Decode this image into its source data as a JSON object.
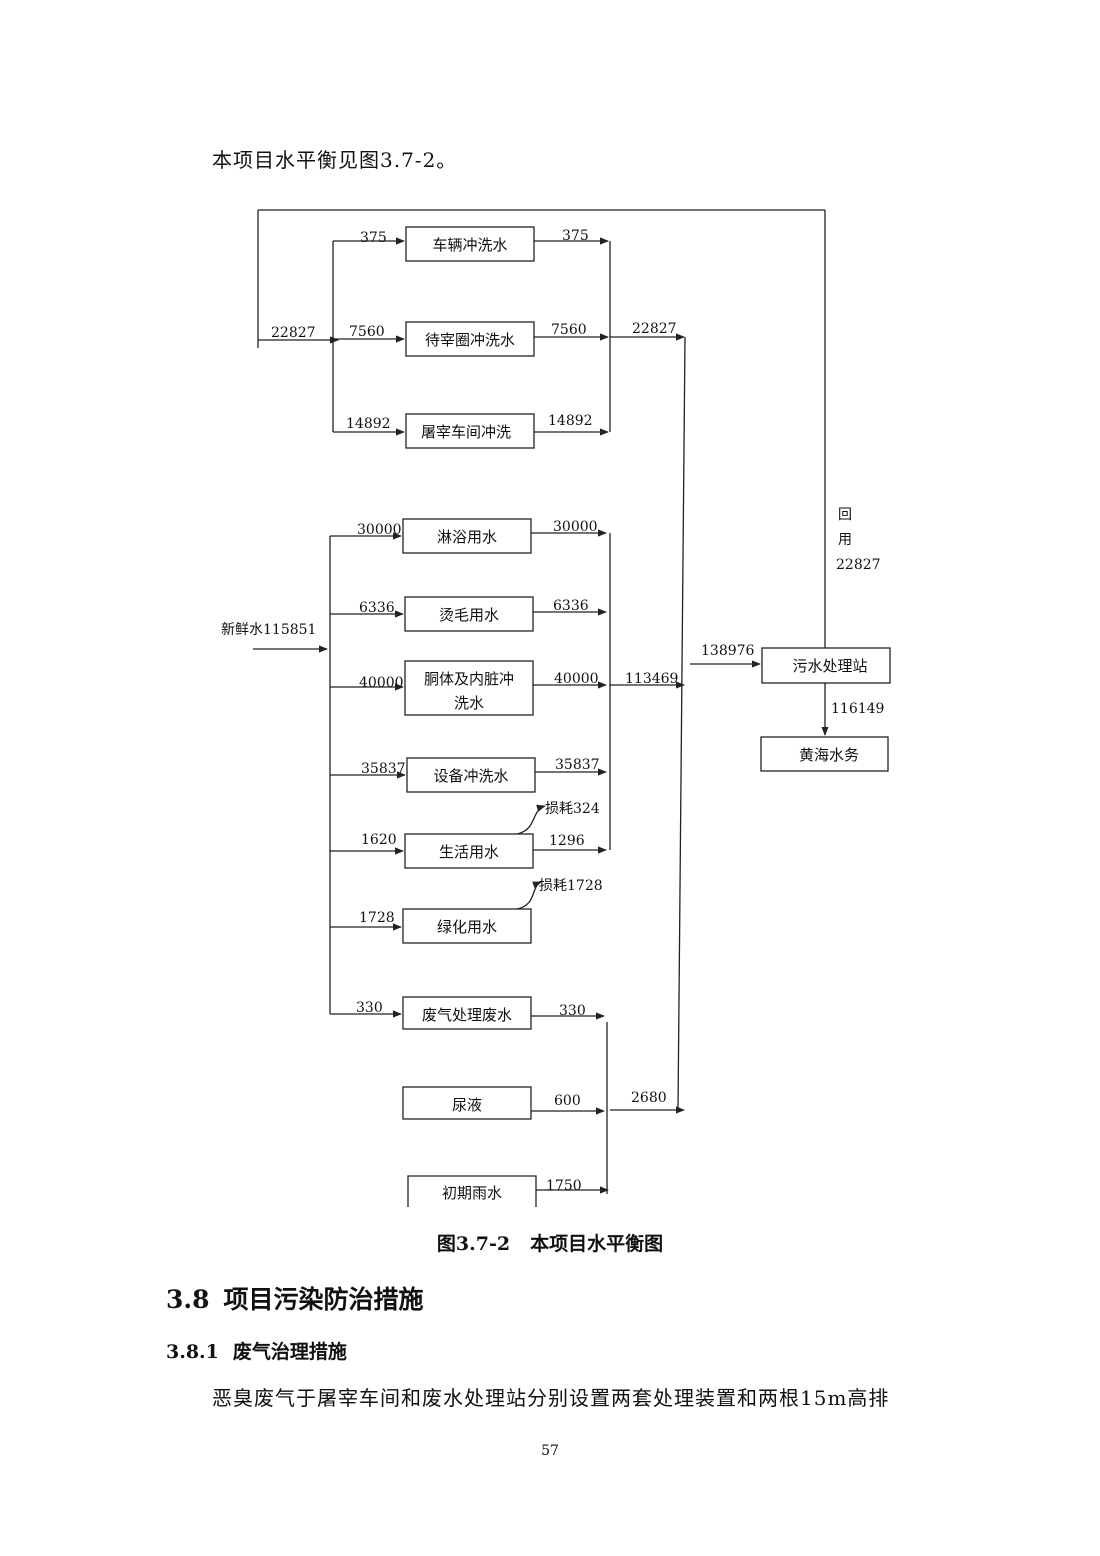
{
  "intro": "本项目水平衡见图3.7-2。",
  "diagram": {
    "boxes": {
      "vehicle": "车辆冲洗水",
      "pen": "待宰圈冲洗水",
      "slaughter": "屠宰车间冲洗",
      "shower": "淋浴用水",
      "scald": "烫毛用水",
      "carcass_line1": "胴体及内脏冲",
      "carcass_line2": "洗水",
      "equipment": "设备冲洗水",
      "domestic": "生活用水",
      "greening": "绿化用水",
      "exhaust": "废气处理废水",
      "urine": "尿液",
      "rain": "初期雨水",
      "sewage": "污水处理站",
      "huanghai": "黄海水务"
    },
    "labels": {
      "recycle_in": "22827",
      "vehicle_in": "375",
      "vehicle_out": "375",
      "pen_in": "7560",
      "pen_out": "7560",
      "slaughter_in": "14892",
      "slaughter_out": "14892",
      "recycle_sum": "22827",
      "fresh_water": "新鲜水115851",
      "shower_in": "30000",
      "shower_out": "30000",
      "scald_in": "6336",
      "scald_out": "6336",
      "carcass_in": "40000",
      "carcass_out": "40000",
      "equipment_in": "35837",
      "equipment_out": "35837",
      "domestic_in": "1620",
      "domestic_out": "1296",
      "domestic_loss": "损耗324",
      "greening_in": "1728",
      "greening_loss": "损耗1728",
      "exhaust_in": "330",
      "exhaust_out": "330",
      "urine_out": "600",
      "rain_out": "1750",
      "sum_main": "113469",
      "sum_minor": "2680",
      "to_sewage": "138976",
      "to_huanghai": "116149",
      "reuse_1": "回",
      "reuse_2": "用",
      "reuse_3": "22827"
    }
  },
  "caption": {
    "number": "图3.7-2",
    "title": "本项目水平衡图"
  },
  "section": {
    "number": "3.8",
    "title": "项目污染防治措施"
  },
  "subsection": {
    "number": "3.8.1",
    "title": "废气治理措施"
  },
  "paragraph": "恶臭废气于屠宰车间和废水处理站分别设置两套处理装置和两根15m高排",
  "page_number": "57"
}
